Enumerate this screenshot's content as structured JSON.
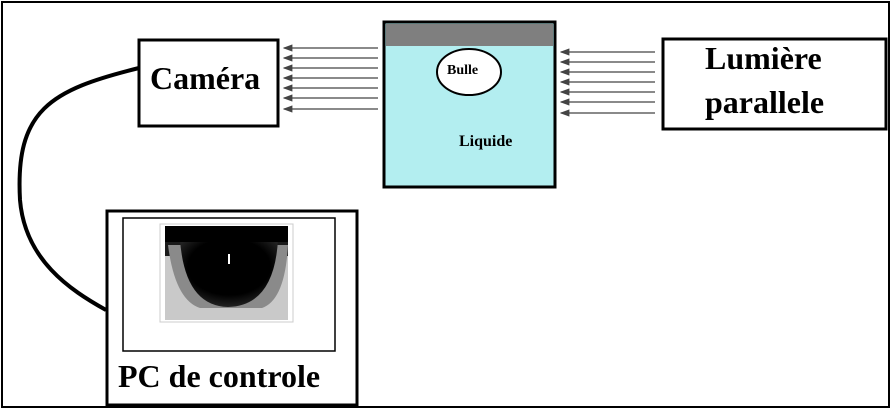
{
  "labels": {
    "camera": "Caméra",
    "light_line1": "Lumière",
    "light_line2": "parallele",
    "bubble": "Bulle",
    "liquid": "Liquide",
    "pc": "PC de controle"
  },
  "colors": {
    "liquid": "#b3eef0",
    "liquid_surface": "#7f7f7f",
    "stroke": "#000000",
    "arrow": "#444444",
    "bubble_fill": "#ffffff"
  }
}
